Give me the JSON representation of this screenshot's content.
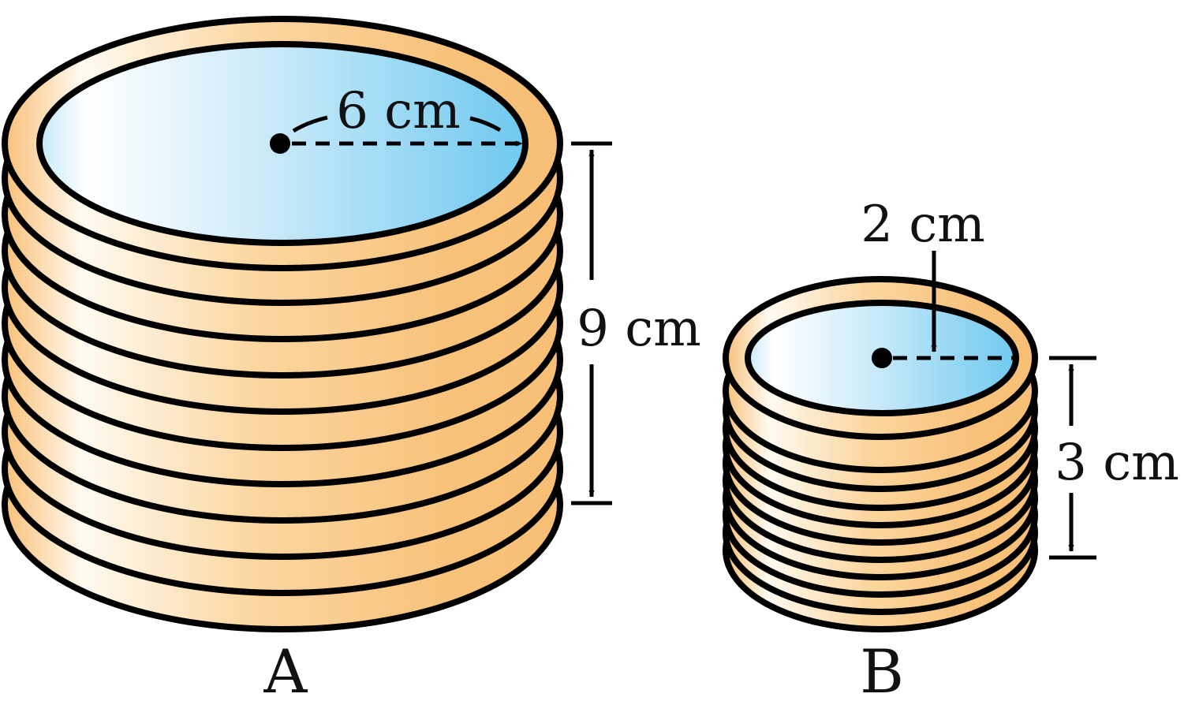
{
  "cylinders": [
    {
      "id": "A",
      "label": "A",
      "radius_text": "6 cm",
      "height_text": "9 cm"
    },
    {
      "id": "B",
      "label": "B",
      "radius_text": "2 cm",
      "height_text": "3 cm"
    }
  ],
  "colors": {
    "outer_edge": "#f8c17a",
    "outer_highlight": "#fffaf0",
    "water_light": "#ffffff",
    "water_dark": "#6fc9ef",
    "ink": "#000000"
  }
}
